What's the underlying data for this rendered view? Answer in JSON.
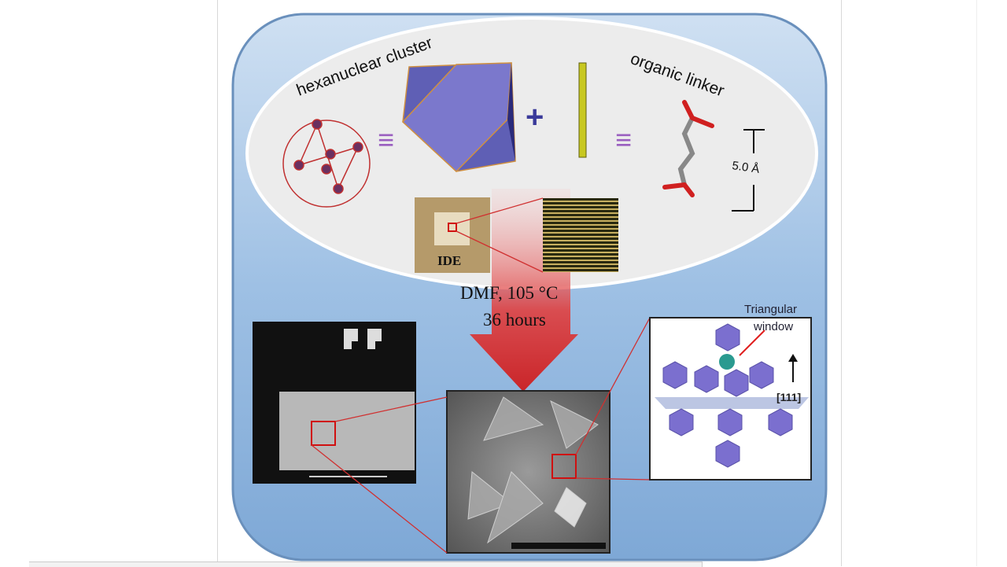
{
  "figure": {
    "cluster_label": "hexanuclear cluster",
    "linker_label": "organic linker",
    "equiv_symbol": "≡",
    "plus_symbol": "+",
    "linker_length": "5.0 Å",
    "ide_label": "IDE",
    "condition_solvent_temp": "DMF, 105 °C",
    "condition_time": "36 hours",
    "window_label_line1": "Triangular",
    "window_label_line2": "window",
    "direction_label": "[111]"
  },
  "colors": {
    "panel_blue": "#8fb4dc",
    "polyhedron": "#6a63c0",
    "arrow_red": "#e02020",
    "linker_yellow": "#c8c820"
  }
}
